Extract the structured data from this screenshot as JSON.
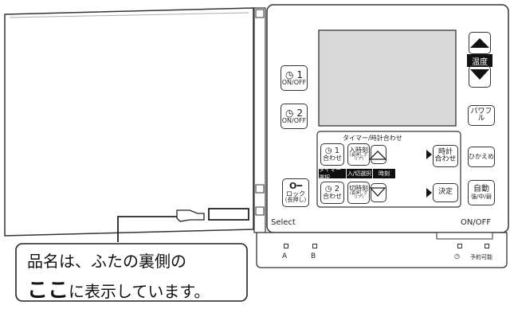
{
  "controller": {
    "select_label": "Select",
    "onoff_label": "ON/OFF",
    "indicator_a": "A",
    "indicator_b": "B",
    "timer_possible_label": "予約可能",
    "timer1_onoff": {
      "num": "1",
      "sub": "ON/OFF"
    },
    "timer2_onoff": {
      "num": "2",
      "sub": "ON/OFF"
    },
    "lock_button": {
      "line1": "ロック",
      "line2": "(長押し)"
    },
    "temp_label": "温度",
    "powerful_label": "パワフル",
    "hikaeme_label": "ひかえめ",
    "auto_label": {
      "line1": "自動",
      "line2": "強/中/弱"
    },
    "timer_panel": {
      "header": "タイマー/時計合わせ",
      "timer1_set": {
        "num": "1",
        "sub": "合わせ"
      },
      "timer2_set": {
        "num": "2",
        "sub": "合わせ"
      },
      "timer_select_bar": "タイマー選択",
      "on_time": {
        "line1": "入時刻",
        "line2": "(長押しクリア)"
      },
      "off_time": {
        "line1": "切時刻",
        "line2": "(長押しクリア)"
      },
      "on_off_select_bar": "入/切選択",
      "clock_bar": "時刻",
      "clock_set": {
        "line1": "時計",
        "line2": "合わせ"
      },
      "confirm": "決定"
    }
  },
  "callout": {
    "line1": "品名は、ふたの裏側の",
    "line2_bold": "ここ",
    "line2_rest": "に表示しています。"
  }
}
